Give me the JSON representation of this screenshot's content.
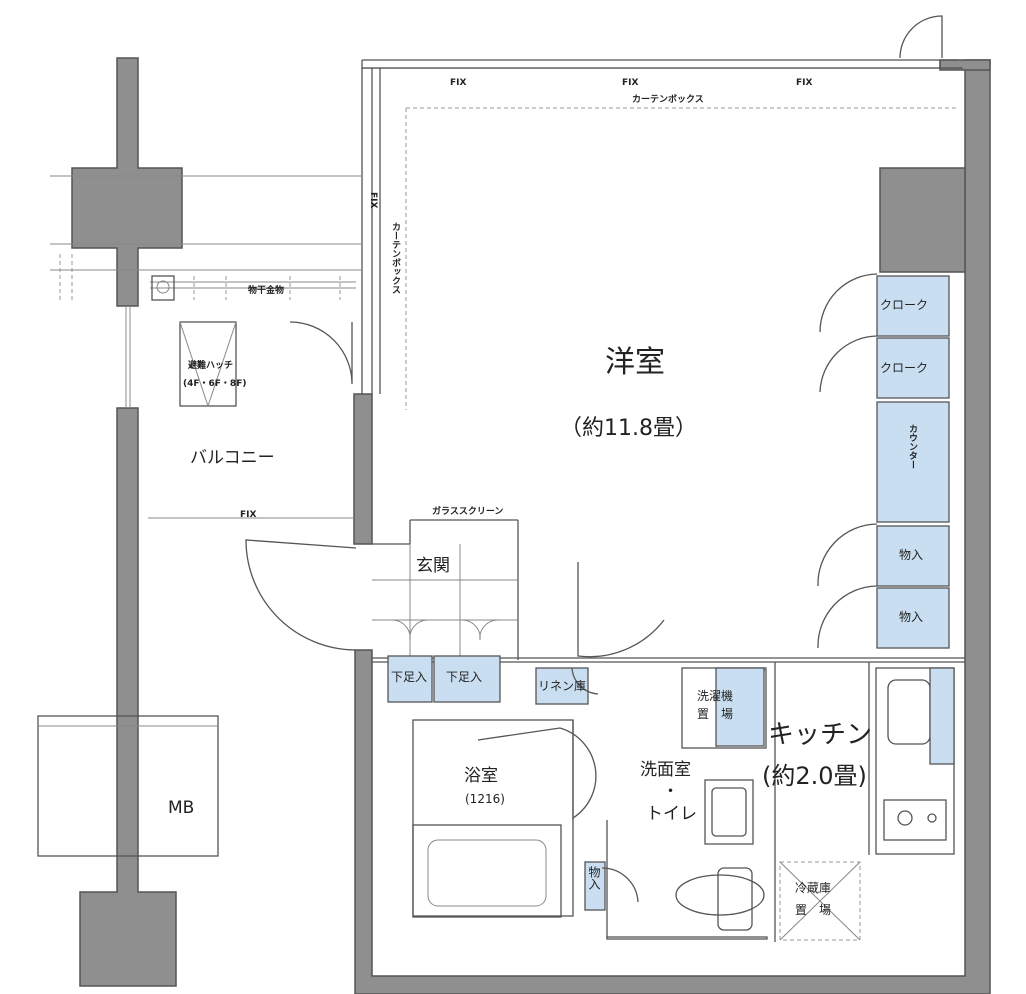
{
  "rooms": {
    "western_room": "洋室",
    "western_size": "（約11.8畳）",
    "balcony": "バルコニー",
    "entrance": "玄関",
    "bathroom": "浴室",
    "bathroom_size": "(1216)",
    "washroom": "洗面室",
    "washroom_dot": "・",
    "toilet": "トイレ",
    "kitchen": "キッチン",
    "kitchen_size": "(約2.0畳)",
    "mb": "MB"
  },
  "storage": {
    "closet_1": "クローク",
    "closet_2": "クローク",
    "counter": "カウンター",
    "storage_1": "物入",
    "storage_2": "物入",
    "storage_bath": "物入",
    "shoe_1": "下足入",
    "shoe_2": "下足入",
    "linen": "リネン庫",
    "laundry_1": "洗濯機",
    "laundry_2": "置　場",
    "fridge_1": "冷蔵庫",
    "fridge_2": "置　場"
  },
  "annotations": {
    "fix_1": "FIX",
    "fix_2": "FIX",
    "fix_3": "FIX",
    "fix_side": "FIX",
    "fix_balcony": "FIX",
    "curtain_box_top": "カーテンボックス",
    "curtain_box_side": "カーテンボックス",
    "glass_screen": "ガラススクリーン",
    "handrail": "物干金物",
    "hatch_1": "避難ハッチ",
    "hatch_2": "(4F・6F・8F)"
  }
}
